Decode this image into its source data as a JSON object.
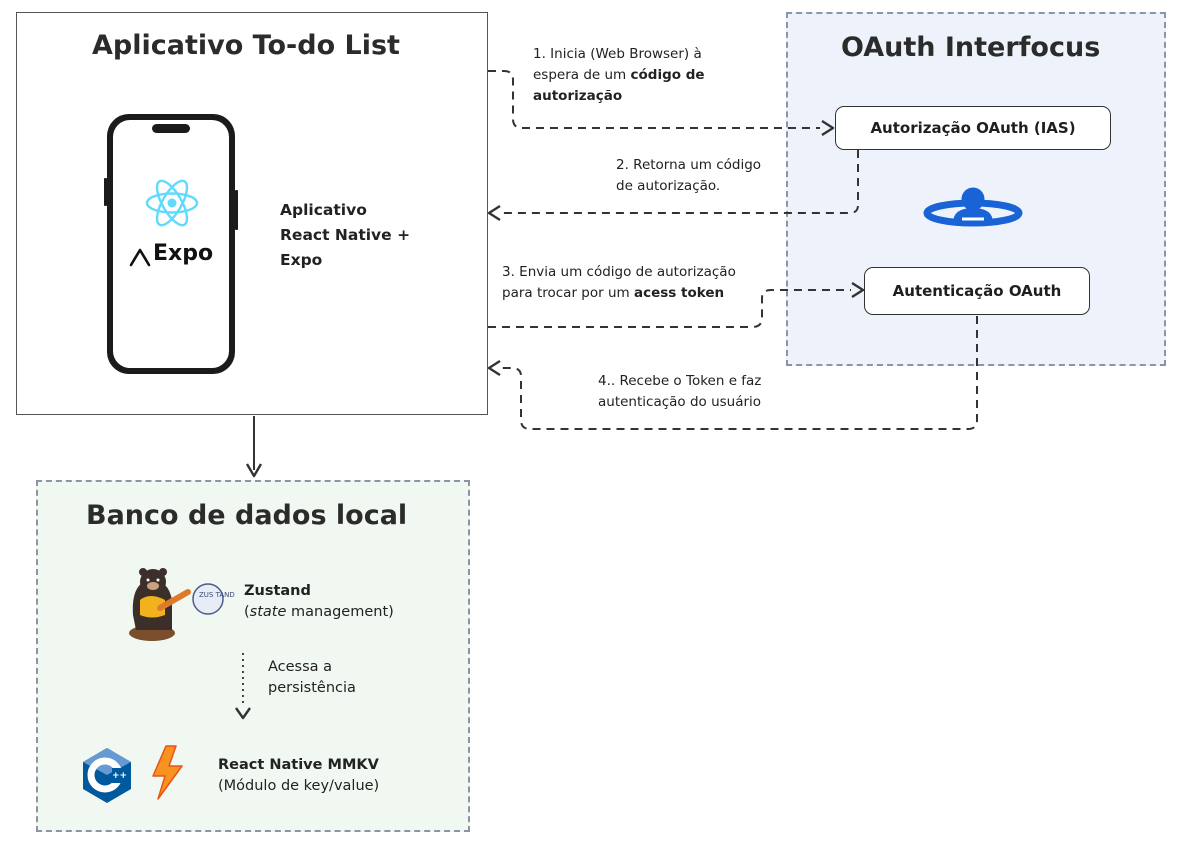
{
  "app": {
    "title": "Aplicativo To-do List",
    "description_line1": "Aplicativo",
    "description_line2": "React Native +",
    "description_line3": "Expo",
    "expo_logo_text": "Expo"
  },
  "oauth": {
    "title": "OAuth Interfocus",
    "authorization_box": "Autorização OAuth (IAS)",
    "authentication_box": "Autenticação OAuth"
  },
  "steps": {
    "step1": {
      "line1": "1. Inicia (Web Browser) à",
      "line2_prefix": "espera de um ",
      "line2_bold": "código de",
      "line3_bold": "autorização"
    },
    "step2": {
      "line1": "2. Retorna um código",
      "line2": "de autorização."
    },
    "step3": {
      "line1": "3. Envia um código de autorização",
      "line2_prefix": "para trocar por um ",
      "line2_bold": "acess token"
    },
    "step4": {
      "line1": "4.. Recebe o Token e faz",
      "line2": "autenticação do usuário"
    }
  },
  "database": {
    "title": "Banco de dados local",
    "zustand_name": "Zustand",
    "zustand_open": "(",
    "zustand_italic": "state",
    "zustand_rest": " management)",
    "access_line1": "Acessa a",
    "access_line2": "persistência",
    "mmkv_name": "React Native MMKV",
    "mmkv_desc": "(Módulo de key/value)",
    "zustand_sticker_text": "ZUS TAND"
  },
  "colors": {
    "oauth_bg": "#eef3fb",
    "db_bg": "#f1f8f1",
    "react_blue": "#61dafb",
    "user_icon_blue": "#1a63d6",
    "cpp_blue": "#00599c",
    "mmkv_orange": "#f7931e"
  },
  "icons": {
    "phone": "smartphone-icon",
    "react": "react-logo-icon",
    "expo": "expo-logo-icon",
    "user": "user-identity-icon",
    "zustand": "zustand-bear-icon",
    "cpp": "cpp-logo-icon",
    "lightning": "lightning-icon"
  }
}
